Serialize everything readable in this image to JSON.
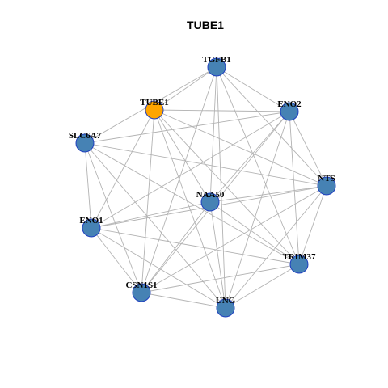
{
  "title": "TUBE1",
  "colors": {
    "node_default": "#4682B4",
    "node_stroke": "#1F3FBF",
    "node_highlight": "#FFA500",
    "edge": "#B3B3B3"
  },
  "network": {
    "nodes": [
      {
        "id": "TGFB1",
        "label": "TGFB1",
        "highlight": false
      },
      {
        "id": "TUBE1",
        "label": "TUBE1",
        "highlight": true
      },
      {
        "id": "ENO2",
        "label": "ENO2",
        "highlight": false
      },
      {
        "id": "SLC6A7",
        "label": "SLC6A7",
        "highlight": false
      },
      {
        "id": "NTS",
        "label": "NTS",
        "highlight": false
      },
      {
        "id": "NAA50",
        "label": "NAA50",
        "highlight": false
      },
      {
        "id": "ENO1",
        "label": "ENO1",
        "highlight": false
      },
      {
        "id": "TRIM37",
        "label": "TRIM37",
        "highlight": false
      },
      {
        "id": "CSN1S1",
        "label": "CSN1S1",
        "highlight": false
      },
      {
        "id": "UNG",
        "label": "UNG",
        "highlight": false
      }
    ],
    "edges": [
      [
        "TGFB1",
        "TUBE1"
      ],
      [
        "TGFB1",
        "ENO2"
      ],
      [
        "TGFB1",
        "SLC6A7"
      ],
      [
        "TGFB1",
        "NTS"
      ],
      [
        "TGFB1",
        "NAA50"
      ],
      [
        "TGFB1",
        "TRIM37"
      ],
      [
        "TGFB1",
        "CSN1S1"
      ],
      [
        "TGFB1",
        "UNG"
      ],
      [
        "TUBE1",
        "ENO2"
      ],
      [
        "TUBE1",
        "NAA50"
      ],
      [
        "TUBE1",
        "ENO1"
      ],
      [
        "TUBE1",
        "CSN1S1"
      ],
      [
        "TUBE1",
        "UNG"
      ],
      [
        "TUBE1",
        "TRIM37"
      ],
      [
        "TUBE1",
        "NTS"
      ],
      [
        "ENO2",
        "SLC6A7"
      ],
      [
        "ENO2",
        "NTS"
      ],
      [
        "ENO2",
        "NAA50"
      ],
      [
        "ENO2",
        "TRIM37"
      ],
      [
        "ENO2",
        "CSN1S1"
      ],
      [
        "ENO2",
        "UNG"
      ],
      [
        "ENO2",
        "ENO1"
      ],
      [
        "SLC6A7",
        "NTS"
      ],
      [
        "SLC6A7",
        "ENO1"
      ],
      [
        "SLC6A7",
        "CSN1S1"
      ],
      [
        "SLC6A7",
        "UNG"
      ],
      [
        "SLC6A7",
        "TRIM37"
      ],
      [
        "NTS",
        "NAA50"
      ],
      [
        "NTS",
        "ENO1"
      ],
      [
        "NTS",
        "CSN1S1"
      ],
      [
        "NTS",
        "UNG"
      ],
      [
        "NTS",
        "TRIM37"
      ],
      [
        "NAA50",
        "ENO1"
      ],
      [
        "NAA50",
        "CSN1S1"
      ],
      [
        "NAA50",
        "UNG"
      ],
      [
        "NAA50",
        "TRIM37"
      ],
      [
        "ENO1",
        "CSN1S1"
      ],
      [
        "ENO1",
        "UNG"
      ],
      [
        "ENO1",
        "TRIM37"
      ],
      [
        "CSN1S1",
        "UNG"
      ],
      [
        "CSN1S1",
        "TRIM37"
      ],
      [
        "UNG",
        "TRIM37"
      ]
    ]
  }
}
